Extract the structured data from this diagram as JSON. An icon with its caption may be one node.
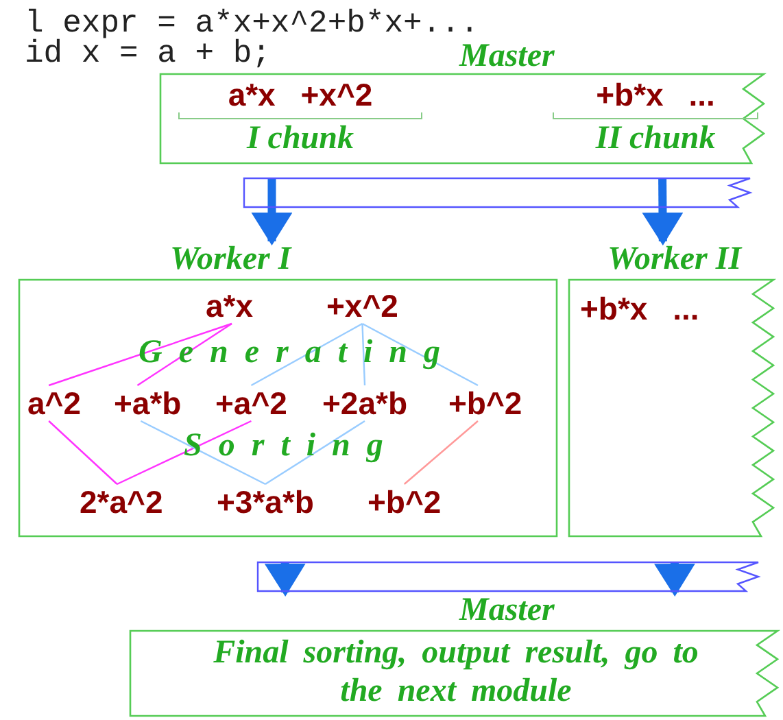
{
  "diagram": {
    "nodes": [
      {
        "text": [
          "Master"
        ]
      },
      {
        "text": [
          "a*x +x^2",
          "I chunk"
        ],
        "in": 0
      },
      {
        "text": [
          "+b*x ...",
          "II chunk"
        ],
        "in": 0
      },
      {
        "text": [],
        "shape": "bar"
      },
      {
        "text": [
          "Worker I"
        ]
      },
      {
        "text": [
          "Worker II",
          "+b*x ..."
        ]
      },
      {
        "text": [
          "a*x"
        ],
        "in": 4
      },
      {
        "text": [
          "+x^2"
        ],
        "in": 4
      },
      {
        "text": [
          "a^2"
        ],
        "in": 4
      },
      {
        "text": [
          "+a*b"
        ],
        "in": 4
      },
      {
        "text": [
          "+a^2"
        ],
        "in": 4
      },
      {
        "text": [
          "+2a*b"
        ],
        "in": 4
      },
      {
        "text": [
          "+b^2"
        ],
        "in": 4
      },
      {
        "text": [
          "2*a^2"
        ],
        "in": 4
      },
      {
        "text": [
          "+3*a*b"
        ],
        "in": 4
      },
      {
        "text": [
          "+b^2"
        ],
        "in": 4
      },
      {
        "text": [],
        "shape": "bar"
      },
      {
        "text": [
          "Master",
          "Final sorting, output result, go to the next module"
        ]
      }
    ],
    "edges": [
      {
        "from": 3,
        "to": 4,
        "arrow": "to",
        "style": "thick",
        "color": "#1a6fe8"
      },
      {
        "from": 3,
        "to": 5,
        "arrow": "to",
        "style": "thick",
        "color": "#1a6fe8"
      },
      {
        "from": 6,
        "to": 8,
        "arrow": "none",
        "color": "#ff33ff"
      },
      {
        "from": 6,
        "to": 9,
        "arrow": "none",
        "color": "#ff33ff"
      },
      {
        "from": 7,
        "to": 10,
        "arrow": "none",
        "color": "#99ccff"
      },
      {
        "from": 7,
        "to": 11,
        "arrow": "none",
        "color": "#99ccff"
      },
      {
        "from": 7,
        "to": 12,
        "arrow": "none",
        "color": "#99ccff"
      },
      {
        "from": 8,
        "to": 13,
        "arrow": "none",
        "color": "#ff33ff"
      },
      {
        "from": 10,
        "to": 13,
        "arrow": "none",
        "color": "#ff33ff"
      },
      {
        "from": 9,
        "to": 14,
        "arrow": "none",
        "color": "#99ccff"
      },
      {
        "from": 11,
        "to": 14,
        "arrow": "none",
        "color": "#99ccff"
      },
      {
        "from": 12,
        "to": 15,
        "arrow": "none",
        "color": "#ff9999"
      },
      {
        "from": 16,
        "to": 17,
        "arrow": "to",
        "style": "thick",
        "color": "#1a6fe8"
      },
      {
        "from": 16,
        "to": 17,
        "arrow": "to",
        "style": "thick",
        "color": "#1a6fe8"
      }
    ],
    "labels": [
      "l expr = a*x+x^2+b*x+...",
      "id x = a + b;",
      "Generating",
      "Sorting"
    ]
  }
}
